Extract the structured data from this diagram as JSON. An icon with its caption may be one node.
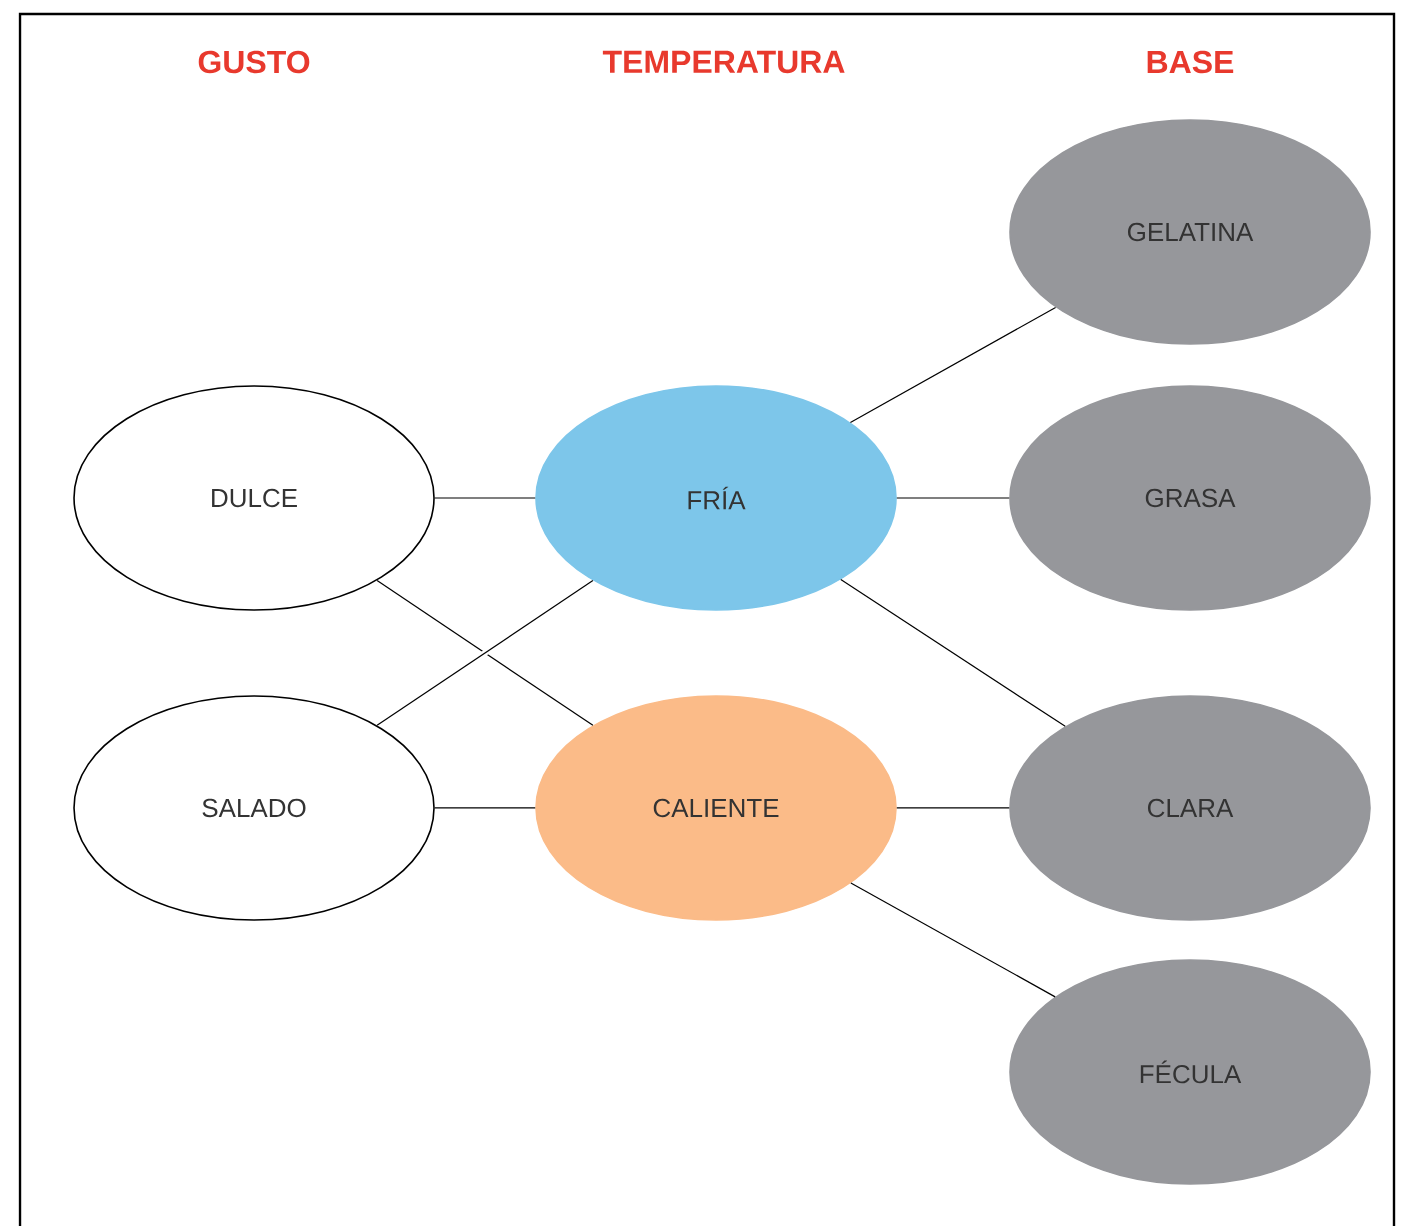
{
  "diagram": {
    "nodes": [
      {
        "text": [
          "DULCE"
        ]
      },
      {
        "text": [
          "SALADO"
        ]
      },
      {
        "text": [
          "FRÍA"
        ]
      },
      {
        "text": [
          "CALIENTE"
        ]
      },
      {
        "text": [
          "GELATINA"
        ]
      },
      {
        "text": [
          "GRASA"
        ]
      },
      {
        "text": [
          "CLARA"
        ]
      },
      {
        "text": [
          "FÉCULA"
        ]
      }
    ],
    "edges": [
      {
        "from": 0,
        "to": 2,
        "arrow": "none"
      },
      {
        "from": 0,
        "to": 3,
        "arrow": "none"
      },
      {
        "from": 1,
        "to": 2,
        "arrow": "none"
      },
      {
        "from": 1,
        "to": 3,
        "arrow": "none"
      },
      {
        "from": 2,
        "to": 4,
        "arrow": "none"
      },
      {
        "from": 2,
        "to": 5,
        "arrow": "none"
      },
      {
        "from": 2,
        "to": 6,
        "arrow": "none"
      },
      {
        "from": 3,
        "to": 6,
        "arrow": "none"
      },
      {
        "from": 3,
        "to": 7,
        "arrow": "none"
      }
    ],
    "labels": [
      "GUSTO",
      "TEMPERATURA",
      "BASE"
    ]
  }
}
